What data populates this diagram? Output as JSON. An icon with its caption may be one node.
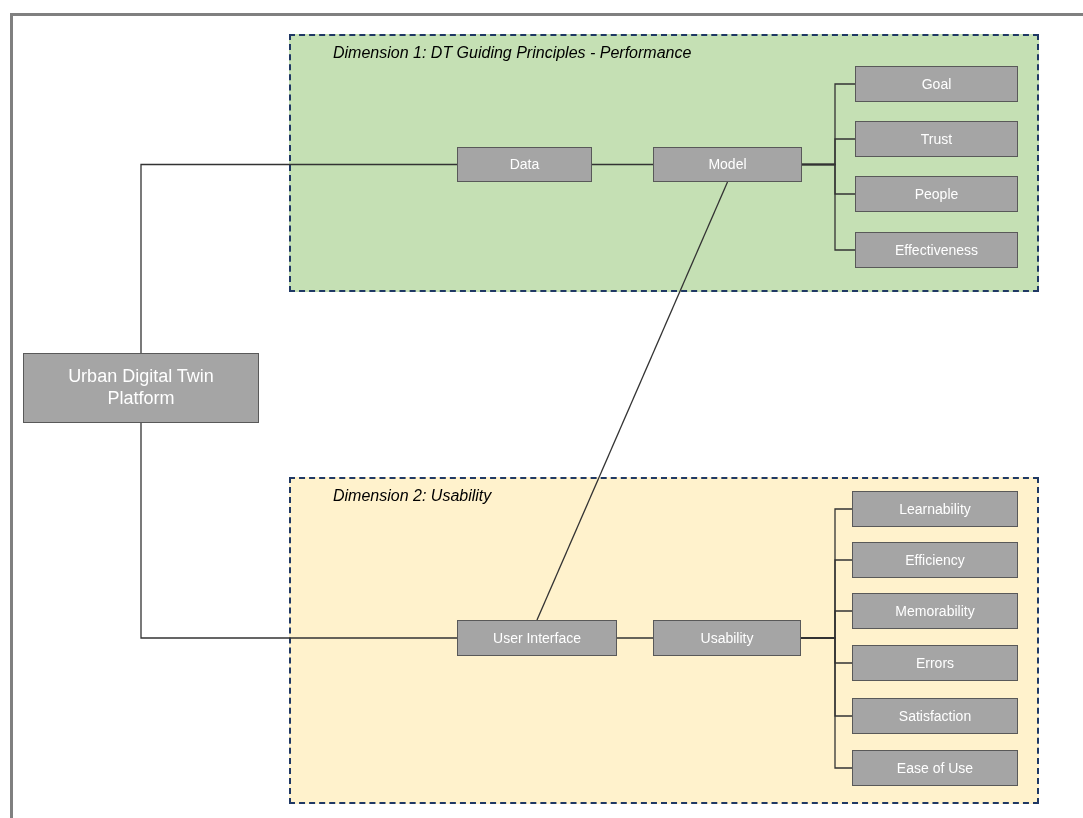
{
  "diagram": {
    "nodes": [
      {
        "text": [
          "Urban Digital Twin Platform"
        ]
      },
      {
        "text": [
          "Dimension 1: DT Guiding Principles - Performance"
        ]
      },
      {
        "text": [
          "Data"
        ],
        "in": 1
      },
      {
        "text": [
          "Model"
        ],
        "in": 1
      },
      {
        "text": [
          "Goal"
        ],
        "in": 1
      },
      {
        "text": [
          "Trust"
        ],
        "in": 1
      },
      {
        "text": [
          "People"
        ],
        "in": 1
      },
      {
        "text": [
          "Effectiveness"
        ],
        "in": 1
      },
      {
        "text": [
          "Dimension 2: Usability"
        ]
      },
      {
        "text": [
          "User Interface"
        ],
        "in": 8
      },
      {
        "text": [
          "Usability"
        ],
        "in": 8
      },
      {
        "text": [
          "Learnability"
        ],
        "in": 8
      },
      {
        "text": [
          "Efficiency"
        ],
        "in": 8
      },
      {
        "text": [
          "Memorability"
        ],
        "in": 8
      },
      {
        "text": [
          "Errors"
        ],
        "in": 8
      },
      {
        "text": [
          "Satisfaction"
        ],
        "in": 8
      },
      {
        "text": [
          "Ease of Use"
        ],
        "in": 8
      }
    ],
    "edges": [
      {
        "from": 0,
        "to": 2,
        "arrow": "none"
      },
      {
        "from": 2,
        "to": 3,
        "arrow": "none"
      },
      {
        "from": 3,
        "to": 4,
        "arrow": "none"
      },
      {
        "from": 3,
        "to": 5,
        "arrow": "none"
      },
      {
        "from": 3,
        "to": 6,
        "arrow": "none"
      },
      {
        "from": 3,
        "to": 7,
        "arrow": "none"
      },
      {
        "from": 3,
        "to": 9,
        "arrow": "none"
      },
      {
        "from": 0,
        "to": 9,
        "arrow": "none"
      },
      {
        "from": 9,
        "to": 10,
        "arrow": "none"
      },
      {
        "from": 10,
        "to": 11,
        "arrow": "none"
      },
      {
        "from": 10,
        "to": 12,
        "arrow": "none"
      },
      {
        "from": 10,
        "to": 13,
        "arrow": "none"
      },
      {
        "from": 10,
        "to": 14,
        "arrow": "none"
      },
      {
        "from": 10,
        "to": 15,
        "arrow": "none"
      },
      {
        "from": 10,
        "to": 16,
        "arrow": "none"
      }
    ]
  }
}
